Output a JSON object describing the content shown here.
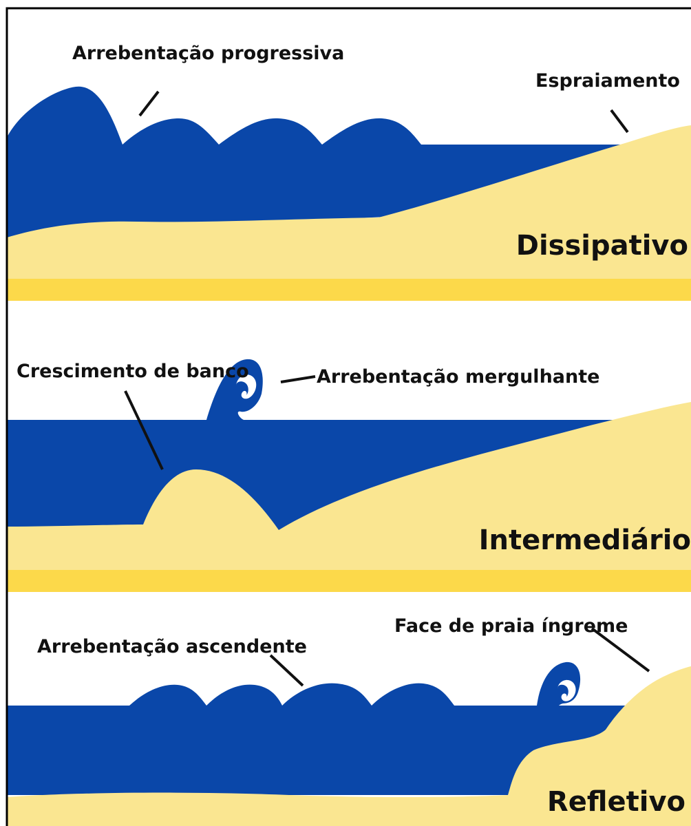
{
  "colors": {
    "water": "#0a47a9",
    "sand": "#fae691",
    "band": "#fcd94a",
    "text": "#111111",
    "border": "#000000"
  },
  "panels": [
    {
      "type_label": "Dissipativo",
      "annotations": [
        "Arrebentação progressiva",
        "Espraiamento"
      ]
    },
    {
      "type_label": "Intermediário",
      "annotations": [
        "Crescimento de banco",
        "Arrebentação mergulhante"
      ]
    },
    {
      "type_label": "Refletivo",
      "annotations": [
        "Arrebentação ascendente",
        "Face de praia íngreme"
      ]
    }
  ]
}
